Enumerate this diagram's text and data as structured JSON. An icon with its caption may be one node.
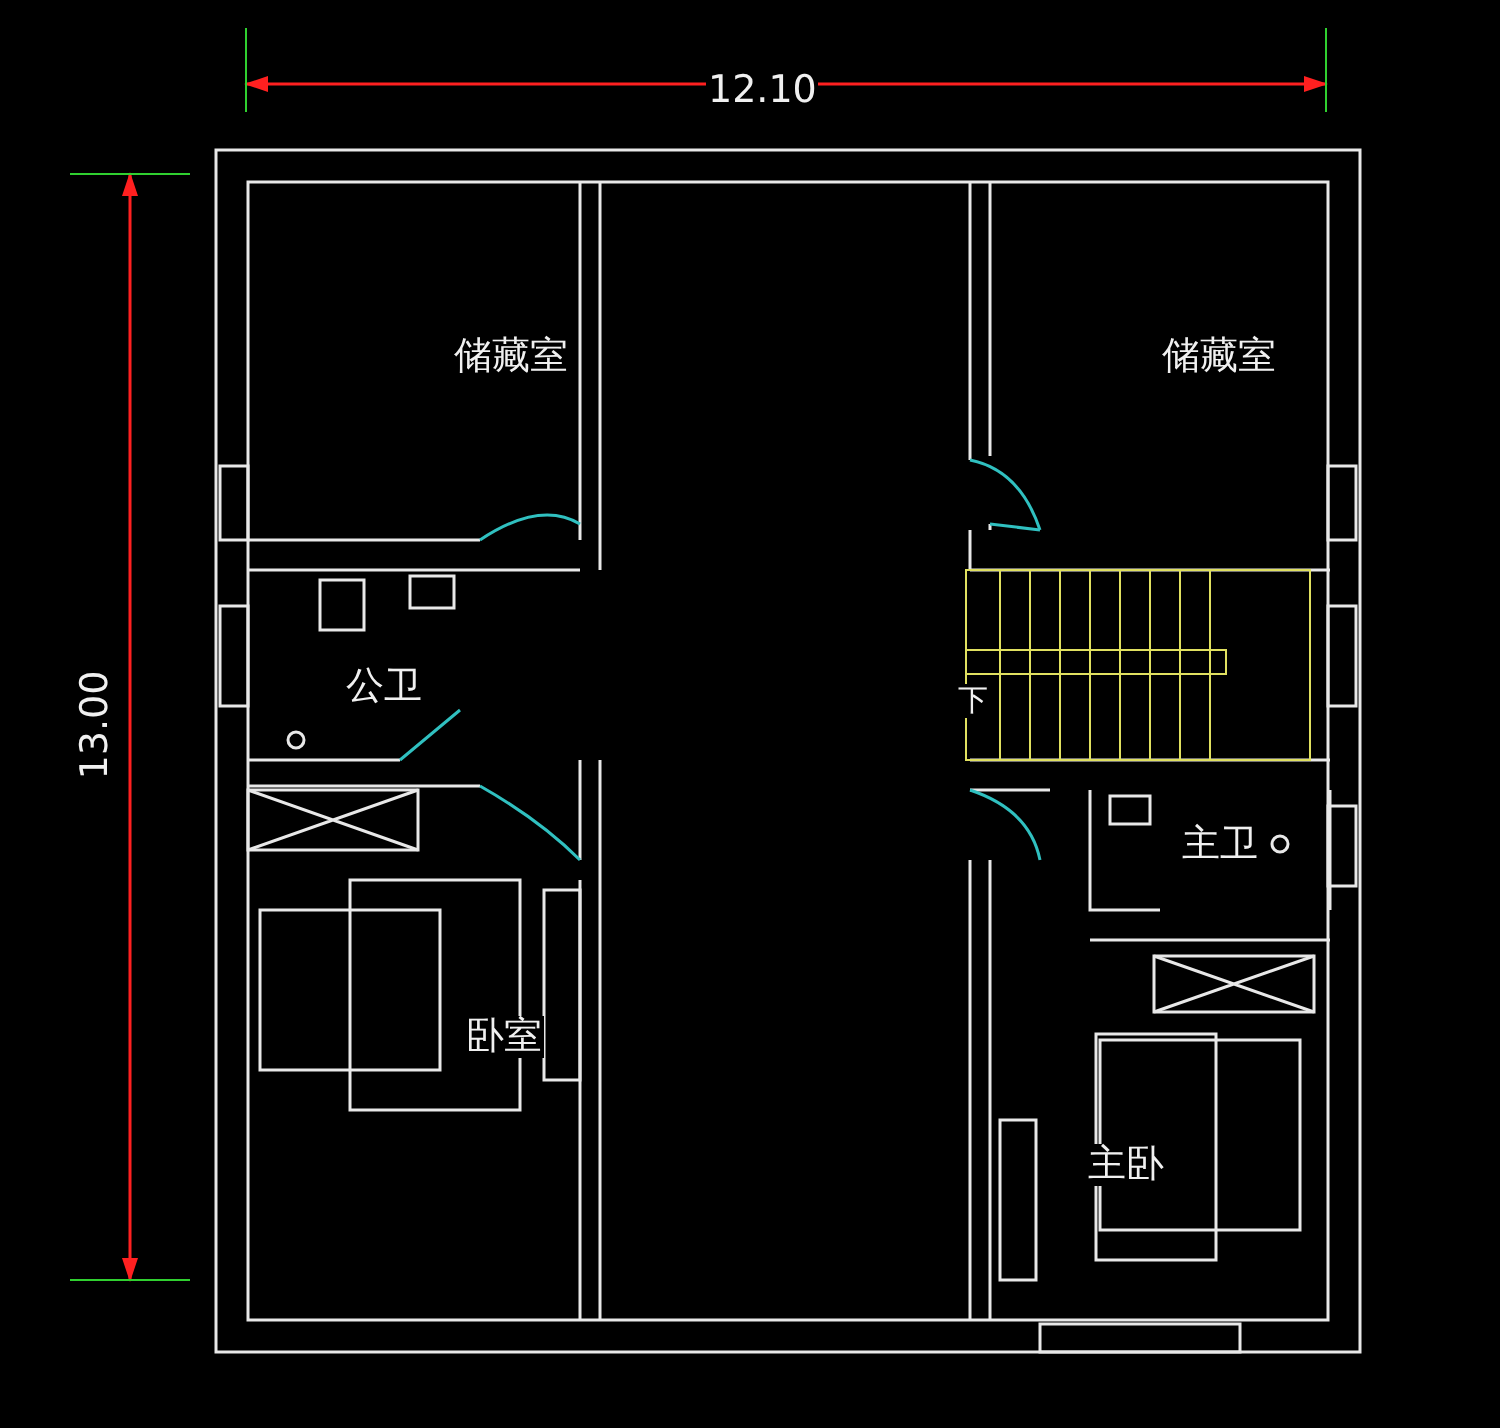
{
  "diagram": {
    "labels": [
      "12.10",
      "13.00",
      "储藏室",
      "储藏室",
      "公卫",
      "下",
      "主卫",
      "卧室",
      "主卧"
    ]
  }
}
